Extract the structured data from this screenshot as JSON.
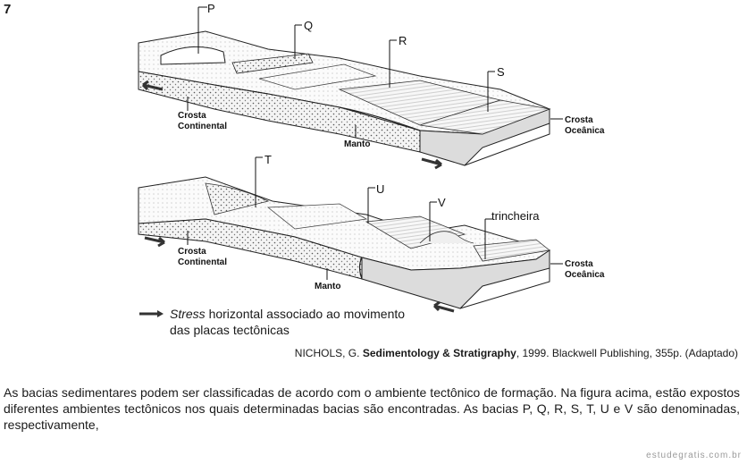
{
  "question_number": "7",
  "diagram_top": {
    "labels": {
      "p": "P",
      "q": "Q",
      "r": "R",
      "s": "S"
    },
    "crust_continental": [
      "Crosta",
      "Continental"
    ],
    "crust_oceanic": [
      "Crosta",
      "Oceânica"
    ],
    "mantle": "Manto"
  },
  "diagram_bottom": {
    "labels": {
      "t": "T",
      "u": "U",
      "v": "V"
    },
    "trench": "trincheira",
    "crust_continental": [
      "Crosta",
      "Continental"
    ],
    "crust_oceanic": [
      "Crosta",
      "Oceânica"
    ],
    "mantle": "Manto"
  },
  "legend": {
    "italic": "Stress",
    "rest_line1": " horizontal associado ao movimento",
    "line2": "das placas tectônicas"
  },
  "citation": {
    "author": "NICHOLS, G. ",
    "title": "Sedimentology & Stratigraphy",
    "rest": ", 1999. Blackwell Publishing, 355p. (Adaptado)"
  },
  "question_text": "As bacias sedimentares podem ser classificadas de acordo com o ambiente tectônico de formação. Na figura acima, estão expostos diferentes ambientes tectônicos nos quais determinadas bacias são encontradas. As bacias P, Q, R, S, T, U e V são denominadas, respectivamente,",
  "watermark": "estudegratis.com.br"
}
